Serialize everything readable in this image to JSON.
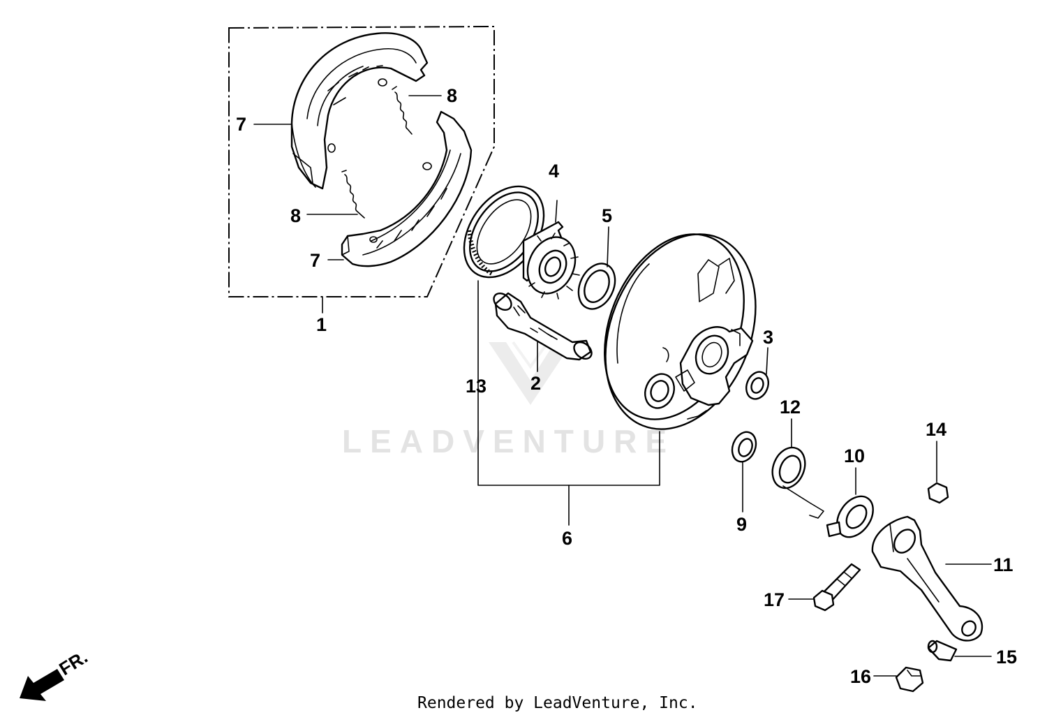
{
  "diagram": {
    "watermark": "LEADVENTURE",
    "footer": "Rendered by LeadVenture, Inc.",
    "direction_label": "FR.",
    "callouts": {
      "c1": "1",
      "c2": "2",
      "c3": "3",
      "c4": "4",
      "c5": "5",
      "c6": "6",
      "c7a": "7",
      "c7b": "7",
      "c8a": "8",
      "c8b": "8",
      "c9": "9",
      "c10": "10",
      "c11": "11",
      "c12": "12",
      "c13": "13",
      "c14": "14",
      "c15": "15",
      "c16": "16",
      "c17": "17"
    }
  }
}
